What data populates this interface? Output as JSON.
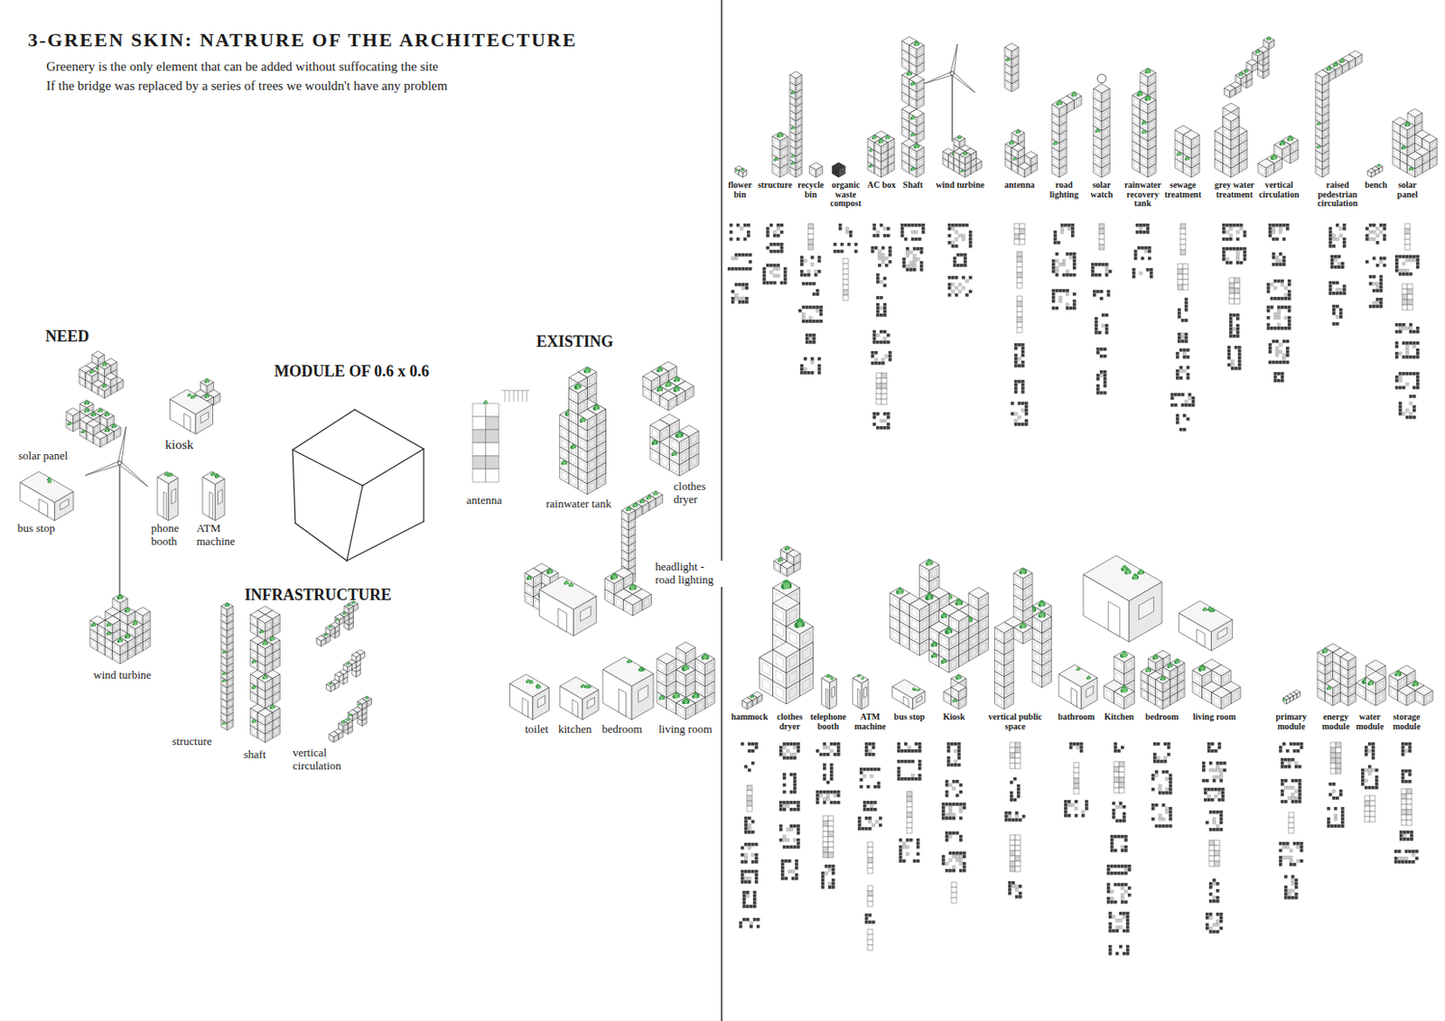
{
  "diagram": {
    "title": "3-GREEN SKIN: NATRURE OF THE ARCHITECTURE",
    "labels": [
      "Greenery is the only element that can be added without suffocating the site",
      "If the bridge was replaced by a series of trees we wouldn't have any problem",
      "NEED",
      "solar panel",
      "kiosk",
      "bus stop",
      "phone booth",
      "ATM machine",
      "wind turbine",
      "MODULE OF 0.6 x 0.6",
      "INFRASTRUCTURE",
      "structure",
      "shaft",
      "vertical circulation",
      "EXISTING",
      "antenna",
      "rainwater tank",
      "clothes dryer",
      "headlight - road lighting",
      "toilet",
      "kitchen",
      "bedroom",
      "living room",
      "flower bin",
      "structure",
      "recycle bin",
      "organic waste compost",
      "AC box",
      "Shaft",
      "wind turbine",
      "antenna",
      "road lighting",
      "solar watch",
      "rainwater recovery tank",
      "sewage treatment",
      "grey water treatment",
      "vertical circulation",
      "raised pedestrian circulation",
      "bench",
      "solar panel",
      "hammock",
      "clothes dryer",
      "telephone booth",
      "ATM machine",
      "bus stop",
      "Kiosk",
      "vertical public space",
      "bathroom",
      "Kitchen",
      "bedroom",
      "living room",
      "primary module",
      "energy module",
      "water module",
      "storage module"
    ]
  }
}
